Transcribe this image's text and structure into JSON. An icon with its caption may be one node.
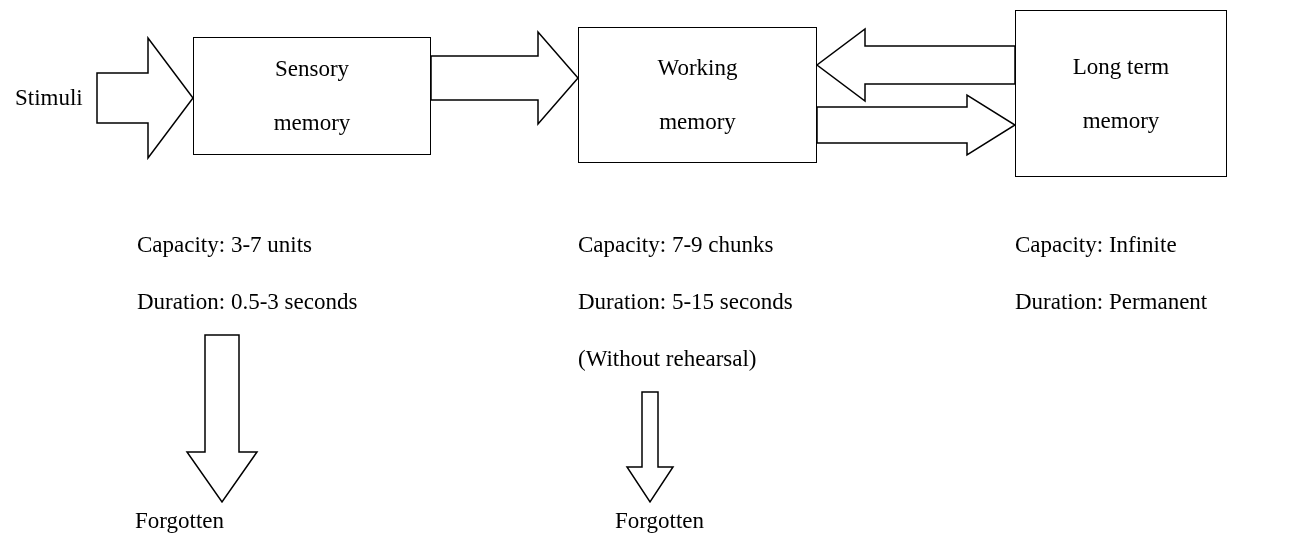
{
  "diagram": {
    "nodes": [
      {
        "text": [
          "Stimuli"
        ]
      },
      {
        "text": [
          "Sensory memory"
        ],
        "beside": [
          "Capacity: 3-7 units",
          "Duration: 0.5-3 seconds"
        ]
      },
      {
        "text": [
          "Working memory"
        ],
        "beside": [
          "Capacity: 7-9 chunks",
          "Duration: 5-15 seconds",
          "(Without rehearsal)"
        ]
      },
      {
        "text": [
          "Long term memory"
        ],
        "beside": [
          "Capacity: Infinite",
          "Duration: Permanent"
        ]
      },
      {
        "text": [
          "Forgotten"
        ]
      },
      {
        "text": [
          "Forgotten"
        ]
      }
    ],
    "edges": [
      {
        "from": 0,
        "to": 1,
        "arrow": "to"
      },
      {
        "from": 1,
        "to": 2,
        "arrow": "to"
      },
      {
        "from": 3,
        "to": 2,
        "arrow": "to"
      },
      {
        "from": 2,
        "to": 3,
        "arrow": "to"
      },
      {
        "from": 1,
        "to": 4,
        "arrow": "to"
      },
      {
        "from": 2,
        "to": 5,
        "arrow": "to"
      }
    ]
  }
}
